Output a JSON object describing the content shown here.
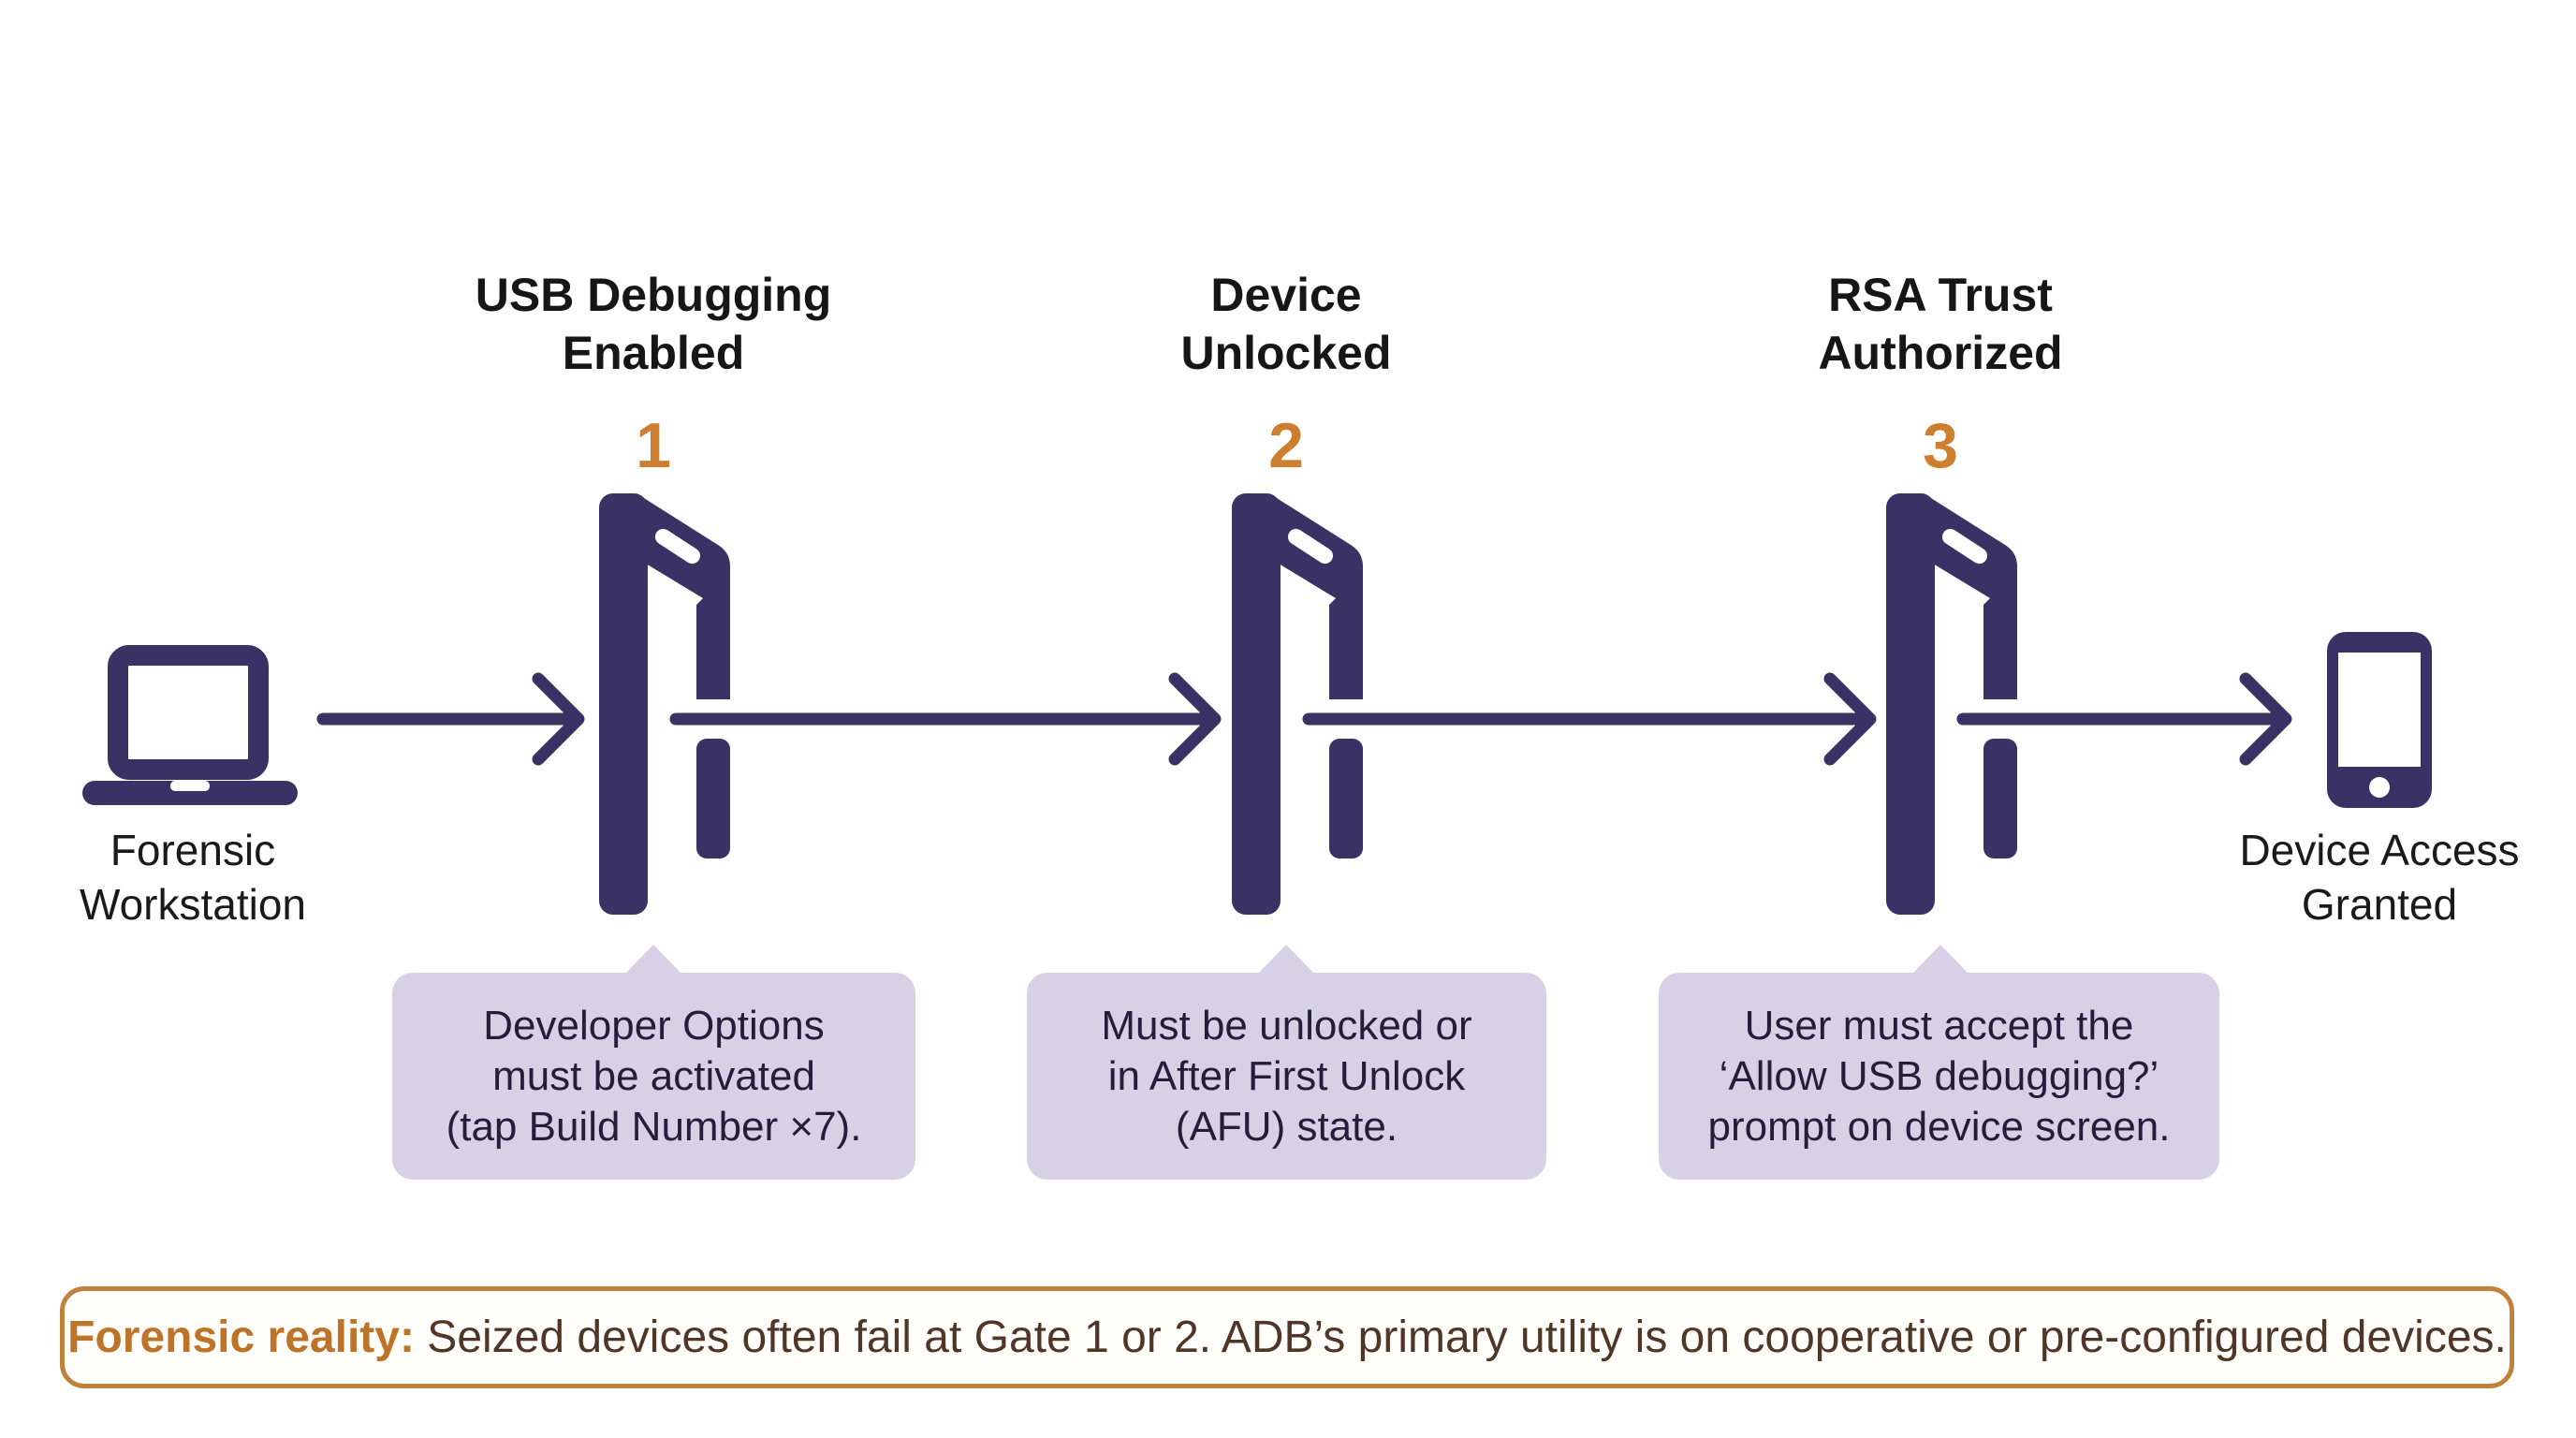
{
  "flow": {
    "source": {
      "label_line1": "Forensic",
      "label_line2": "Workstation"
    },
    "destination": {
      "label_line1": "Device Access",
      "label_line2": "Granted"
    },
    "gates": [
      {
        "number": "1",
        "title_line1": "USB Debugging",
        "title_line2": "Enabled",
        "note_line1": "Developer Options",
        "note_line2": "must be activated",
        "note_line3": "(tap Build Number ×7)."
      },
      {
        "number": "2",
        "title_line1": "Device",
        "title_line2": "Unlocked",
        "note_line1": "Must be unlocked or",
        "note_line2": "in After First Unlock",
        "note_line3": "(AFU) state."
      },
      {
        "number": "3",
        "title_line1": "RSA Trust",
        "title_line2": "Authorized",
        "note_line1": "User must accept the",
        "note_line2": "‘Allow USB debugging?’",
        "note_line3": "prompt on device screen."
      }
    ]
  },
  "banner": {
    "highlight": "Forensic reality",
    "separator": ": ",
    "text": "Seized devices often fail at Gate 1 or 2. ADB’s primary utility is on cooperative or pre-configured devices."
  },
  "palette": {
    "indigo": "#3a3264",
    "orange": "#cd7e2e",
    "lavender": "#d6d1e4",
    "banner_border": "#c0813a",
    "banner_highlight": "#bd7429",
    "banner_text": "#503626"
  }
}
